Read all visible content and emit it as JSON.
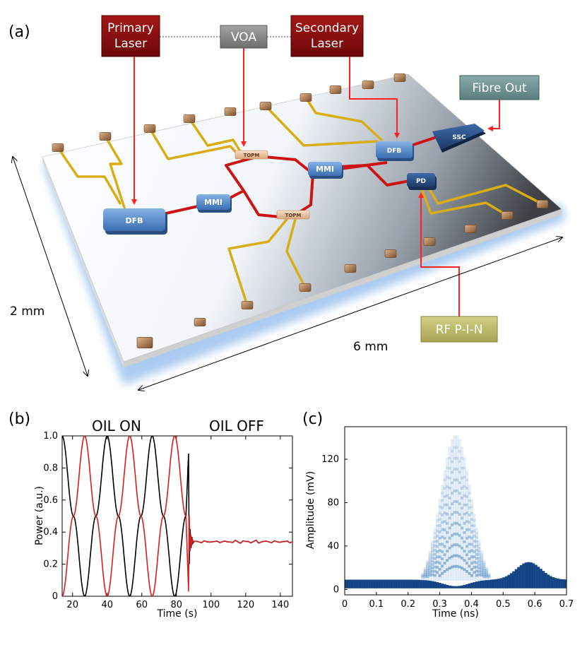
{
  "panel_a": {
    "label": "(a)",
    "primary_laser": [
      "Primary",
      "Laser"
    ],
    "voa": "VOA",
    "secondary_laser": [
      "Secondary",
      "Laser"
    ],
    "fibre_out": "Fibre Out",
    "rf_pin": "RF P-I-N",
    "chip": {
      "dfb_left": "DFB",
      "mmi_left": "MMI",
      "topm_top": "TOPM",
      "topm_bottom": "TOPM",
      "mmi_right": "MMI",
      "dfb_right": "DFB",
      "pd": "PD",
      "ssc": "SSC"
    },
    "dim_height": "2 mm",
    "dim_width": "6 mm",
    "colors": {
      "laser_box": "#8b0d0d",
      "voa_box": "#8a8a8a",
      "fibre_box": "#6f9090",
      "rf_box": "#bdb86a",
      "waveguide": "#cc1414",
      "trace": "#d9ad14",
      "component": "#4f86c8"
    }
  },
  "panel_b": {
    "label": "(b)",
    "oil_on": "OIL ON",
    "oil_off": "OIL OFF"
  },
  "panel_c": {
    "label": "(c)"
  },
  "chart_data": [
    {
      "type": "line",
      "xlabel": "Time (s)",
      "ylabel": "Power (a.u.)",
      "xlim": [
        14,
        147
      ],
      "ylim": [
        0,
        1
      ],
      "xticks": [
        20,
        40,
        60,
        80,
        100,
        120,
        140
      ],
      "yticks": [
        0,
        0.2,
        0.4,
        0.6,
        0.8,
        1.0
      ],
      "ytick_labels": [
        "0",
        "0.2",
        "0.4",
        "0.6",
        "0.8",
        "1.0"
      ],
      "oil_off_time": 87,
      "steady_level": 0.34,
      "series": [
        {
          "color": "#000000",
          "x": [
            14,
            20.5,
            27,
            33.5,
            40,
            46.5,
            53,
            59.5,
            66,
            72.5,
            79,
            85.5,
            87
          ],
          "y": [
            1.0,
            0.5,
            0.0,
            0.5,
            1.0,
            0.5,
            0.0,
            0.5,
            1.0,
            0.5,
            0.0,
            0.5,
            0.89
          ]
        },
        {
          "color": "#d81e1e",
          "x": [
            14,
            20.5,
            27,
            33.5,
            40,
            46.5,
            53,
            59.5,
            66,
            72.5,
            79,
            85.5,
            87
          ],
          "y": [
            0.0,
            0.5,
            1.0,
            0.5,
            0.0,
            0.5,
            1.0,
            0.5,
            0.0,
            0.5,
            1.0,
            0.5,
            0.03
          ]
        }
      ],
      "grid": false
    },
    {
      "type": "heatmap",
      "xlabel": "Time (ns)",
      "ylabel": "Amplitude (mV)",
      "xlim": [
        0,
        0.7
      ],
      "ylim": [
        -5,
        150
      ],
      "xticks": [
        0,
        0.1,
        0.2,
        0.3,
        0.4,
        0.5,
        0.6,
        0.7
      ],
      "yticks": [
        0,
        40,
        80,
        120
      ],
      "pulse_center": 0.35,
      "pulse_peak": 140,
      "secondary_bump_center": 0.58,
      "secondary_bump_peak": 18,
      "baseline_band": [
        1,
        9
      ],
      "colormap": [
        "#ffffff",
        "#0b3d80"
      ],
      "grid": false
    }
  ]
}
